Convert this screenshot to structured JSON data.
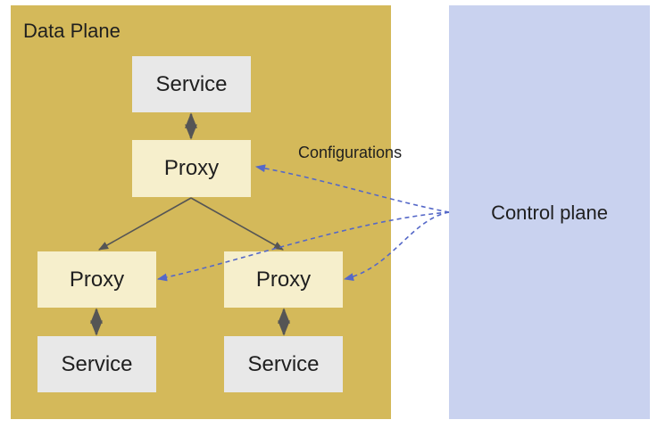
{
  "data_plane": {
    "title": "Data Plane",
    "color": "#d4b95a"
  },
  "control_plane": {
    "label": "Control plane",
    "color": "#c9d2ef"
  },
  "nodes": {
    "service_top": "Service",
    "proxy_top": "Proxy",
    "proxy_left": "Proxy",
    "proxy_right": "Proxy",
    "service_left": "Service",
    "service_right": "Service"
  },
  "connections": {
    "configurations_label": "Configurations",
    "config_arrow_color": "#5568c8",
    "link_color": "#555555"
  }
}
